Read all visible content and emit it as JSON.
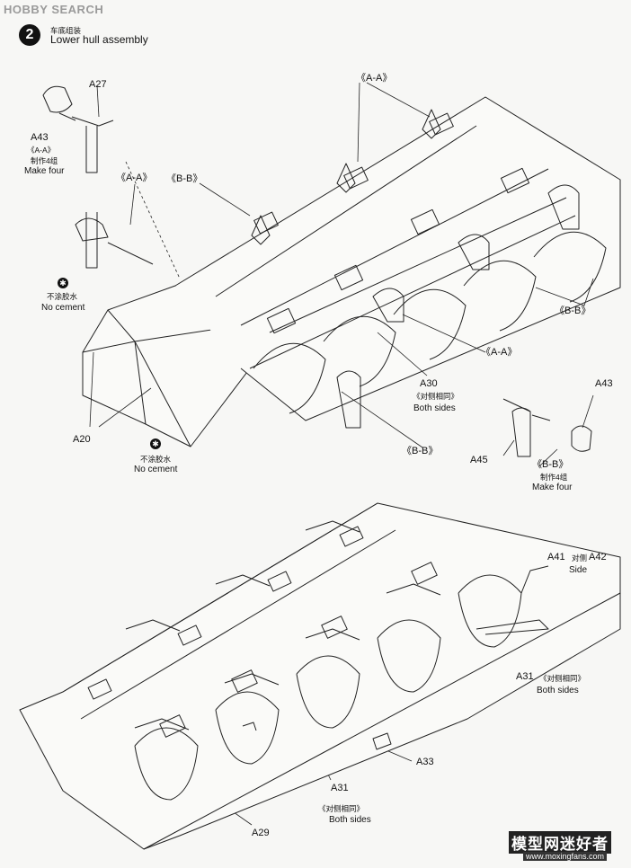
{
  "watermark": {
    "top": "HOBBY SEARCH",
    "bottom": "模型网迷好者",
    "url": "www.moxingfans.com"
  },
  "step": {
    "number": "2",
    "title_cn": "车底组装",
    "title_en": "Lower hull assembly"
  },
  "labels": {
    "a27": "A27",
    "a43_left": "A43",
    "aa_left": "《A-A》",
    "make4_cn_left": "制作4组",
    "make4_en_left": "Make four",
    "aa_mid": "《A-A》",
    "bb_top": "《B-B》",
    "aa_top": "《A-A》",
    "nocement_cn_1": "不涂胶水",
    "nocement_en_1": "No cement",
    "bb_right": "《B-B》",
    "aa_right": "《A-A》",
    "a30": "A30",
    "both_cn_a30": "《对侧相同》",
    "both_en_a30": "Both sides",
    "a20": "A20",
    "nocement_cn_2": "不涂胶水",
    "nocement_en_2": "No cement",
    "bb_mid": "《B-B》",
    "a43_right": "A43",
    "a45": "A45",
    "bb_small": "《B-B》",
    "make4_cn_right": "制作4组",
    "make4_en_right": "Make four",
    "a41": "A41",
    "opp_cn": "对侧",
    "a42": "A42",
    "side": "Side",
    "a31_right": "A31",
    "both_cn_a31": "《对侧相同》",
    "both_en_a31": "Both sides",
    "a33": "A33",
    "a31_bottom": "A31",
    "both_cn_bottom": "《对侧相同》",
    "both_en_bottom": "Both sides",
    "a29": "A29"
  }
}
